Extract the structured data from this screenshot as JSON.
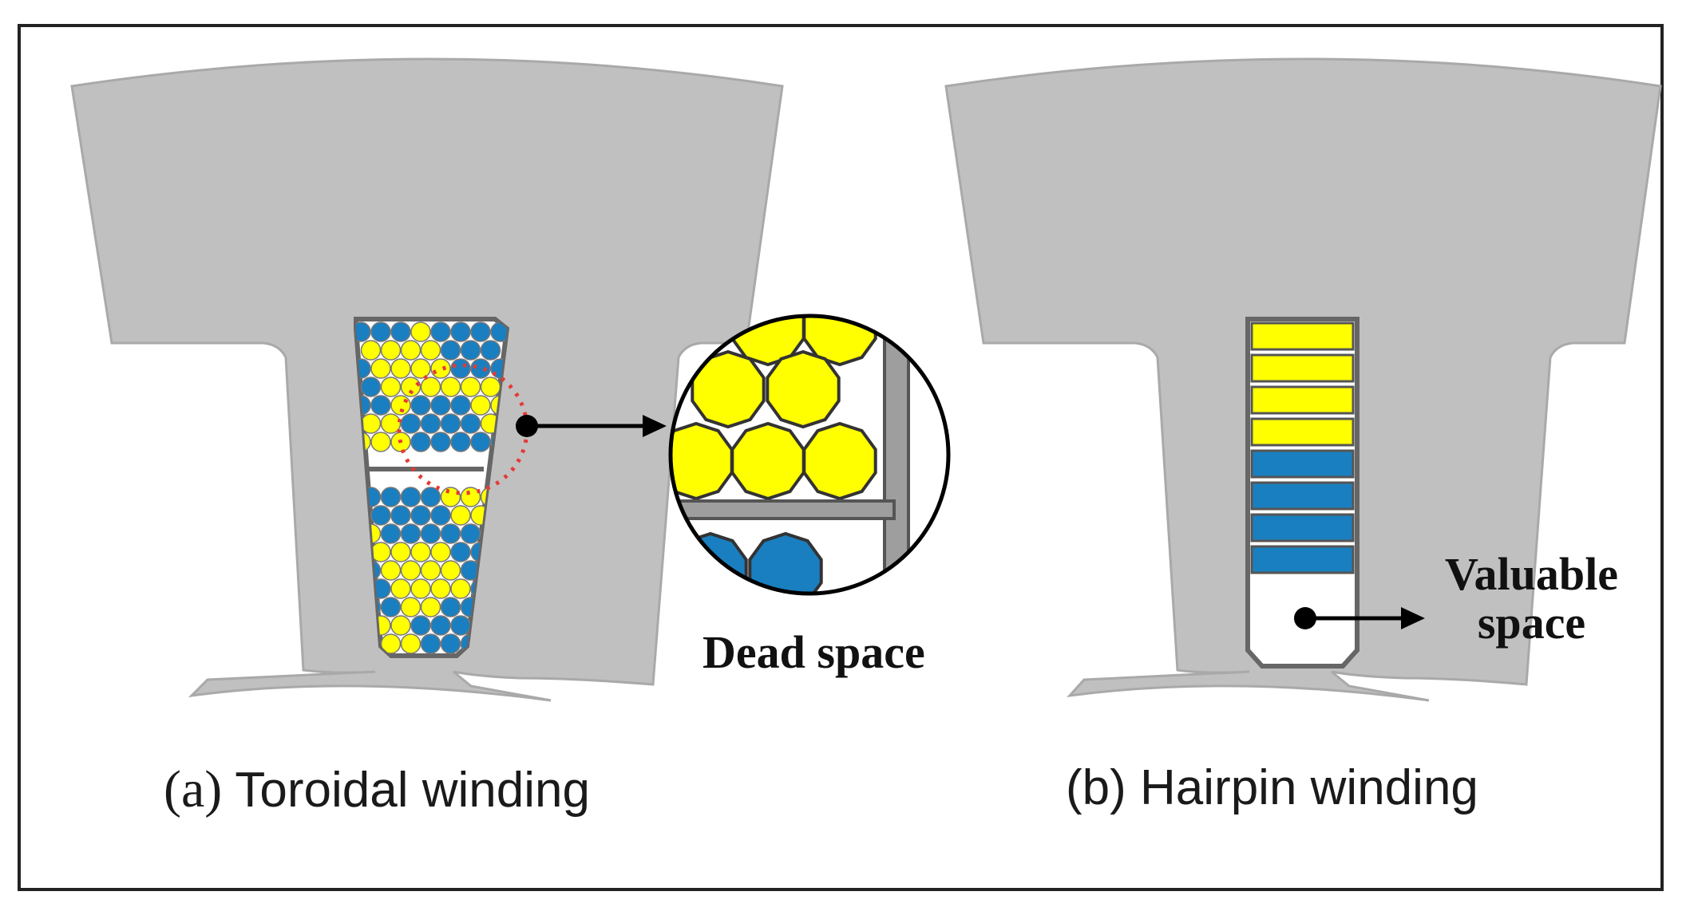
{
  "colors": {
    "tooth": "#c0c0c0",
    "tooth_edge": "#a9a9a9",
    "slot_outline": "#666666",
    "conductor_yellow": "#ffff00",
    "conductor_blue": "#1a7fc0",
    "highlight_circle": "#e53935",
    "arrow": "#000000"
  },
  "panel_a": {
    "caption_label": "(a)",
    "caption_text": "Toroidal winding",
    "callout": "Dead space"
  },
  "panel_b": {
    "caption_label": "(b)",
    "caption_text": "Hairpin winding",
    "callout_line1": "Valuable",
    "callout_line2": "space",
    "bars": [
      "yellow",
      "yellow",
      "yellow",
      "yellow",
      "blue",
      "blue",
      "blue",
      "blue"
    ]
  }
}
